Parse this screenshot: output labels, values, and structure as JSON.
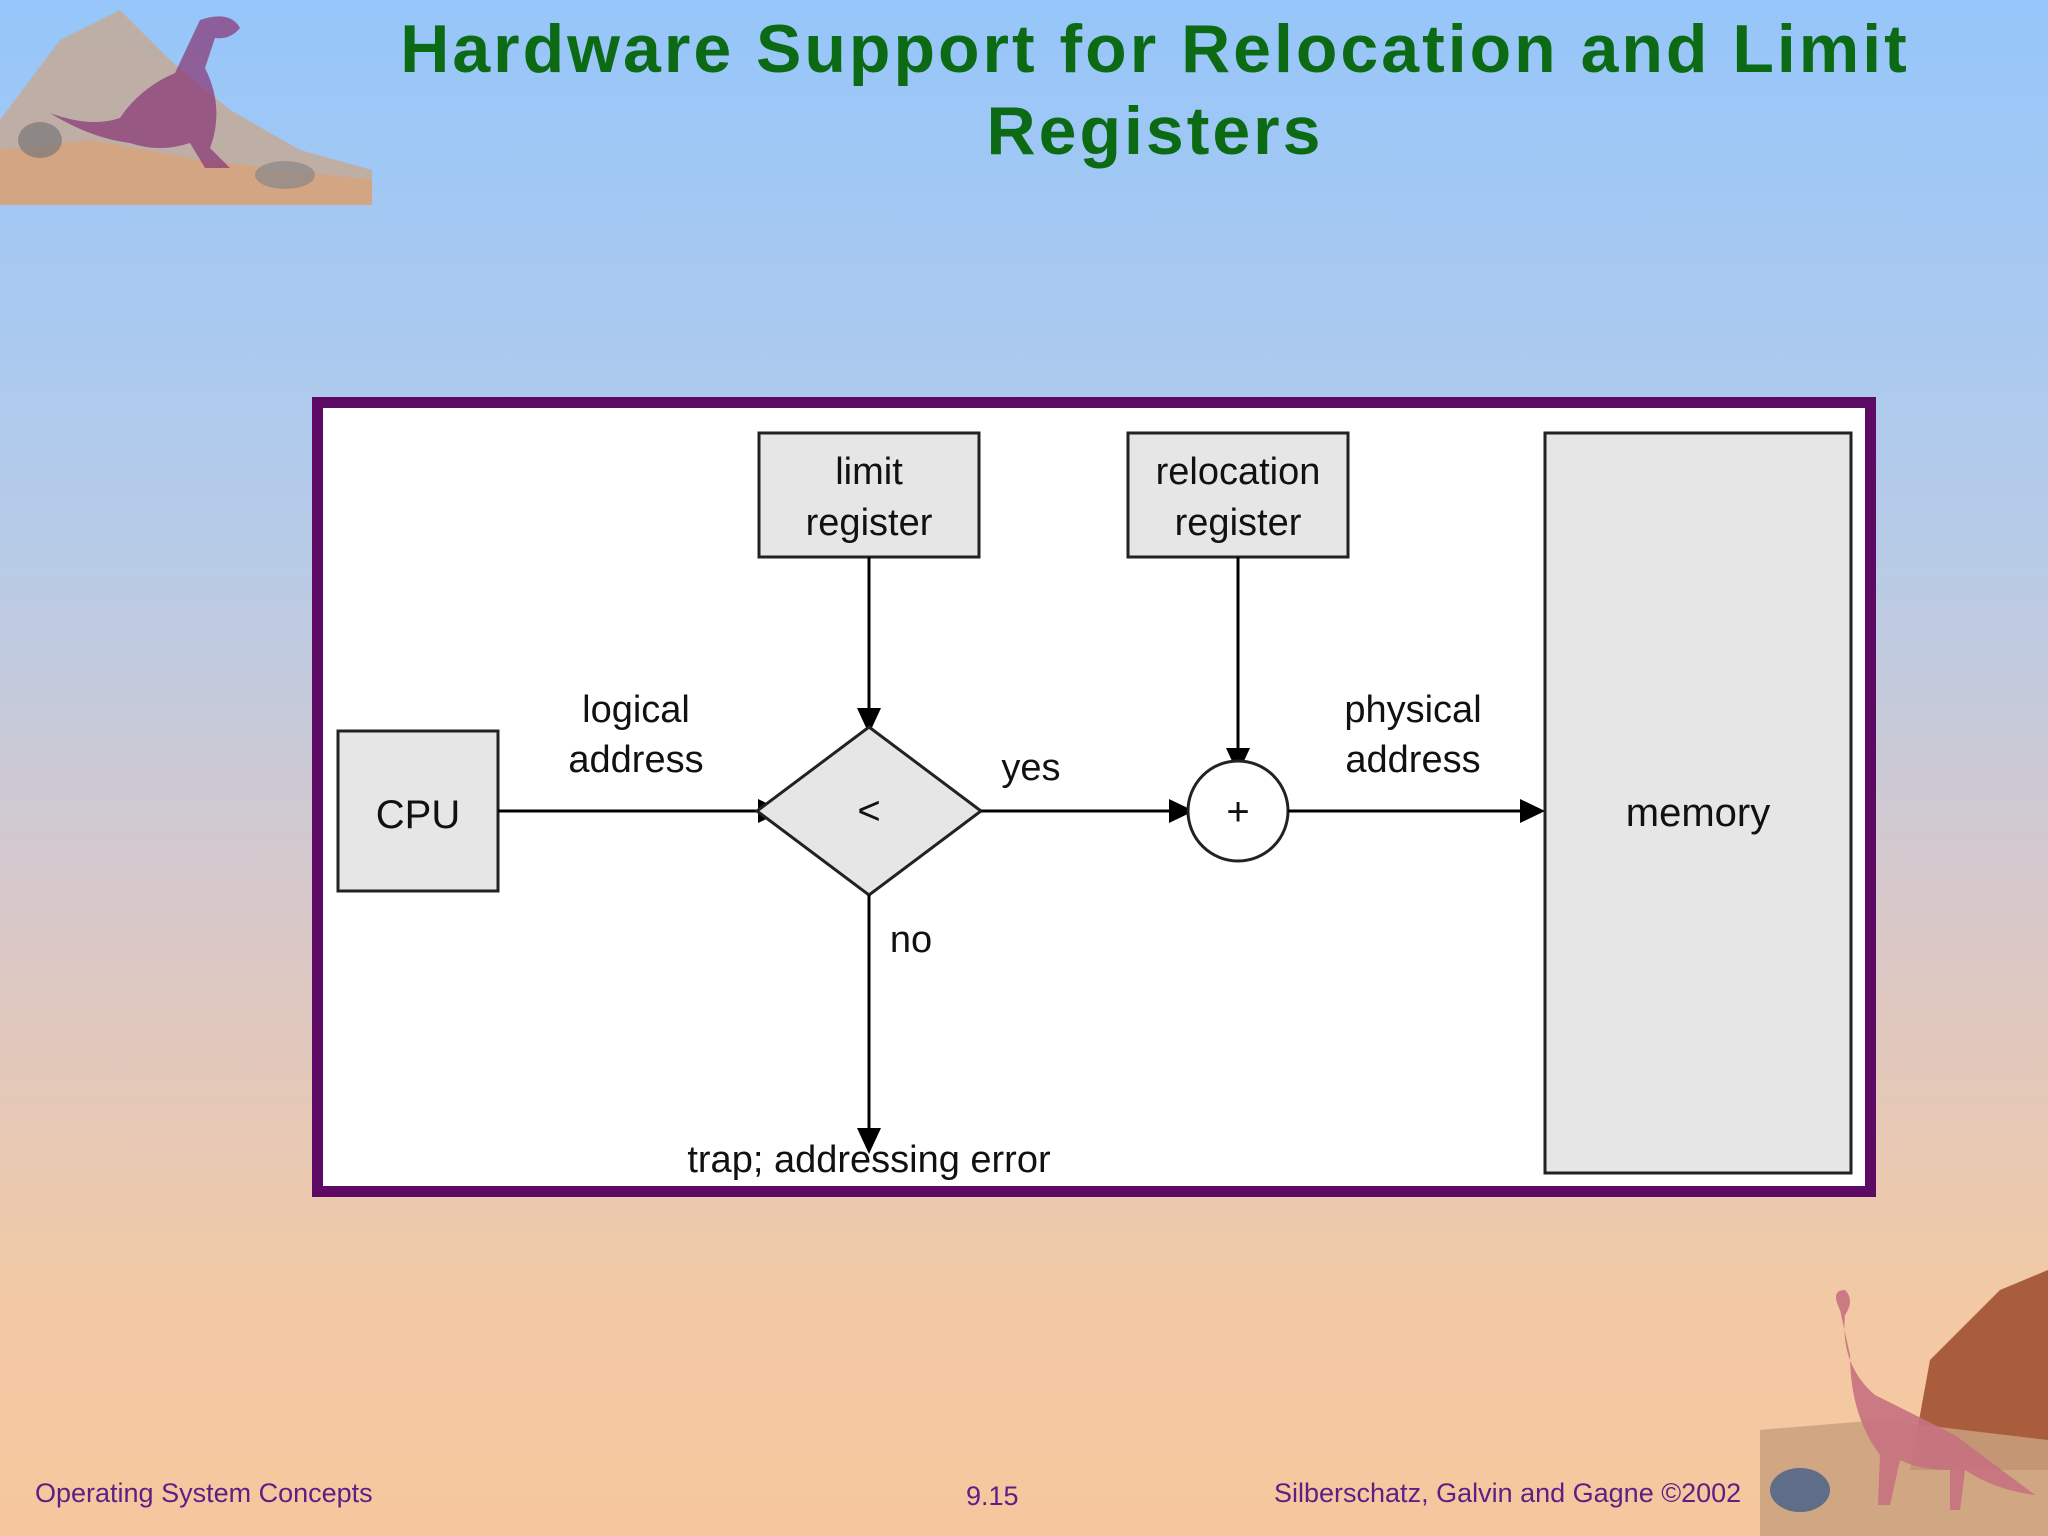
{
  "slide": {
    "title": "Hardware Support for Relocation and Limit Registers"
  },
  "diagram": {
    "cpu": "CPU",
    "limit_register": [
      "limit",
      "register"
    ],
    "relocation_register": [
      "relocation",
      "register"
    ],
    "memory": "memory",
    "comparator_symbol": "<",
    "adder_symbol": "+",
    "logical_address": [
      "logical",
      "address"
    ],
    "physical_address": [
      "physical",
      "address"
    ],
    "yes": "yes",
    "no": "no",
    "trap": "trap; addressing error"
  },
  "footer": {
    "course": "Operating System Concepts",
    "page": "9.15",
    "copyright": "Silberschatz, Galvin and  Gagne ©2002"
  },
  "colors": {
    "title": "#0c6a14",
    "frame": "#5c0a63",
    "footer_text": "#5c1f86",
    "box_fill": "#e6e6e6"
  }
}
